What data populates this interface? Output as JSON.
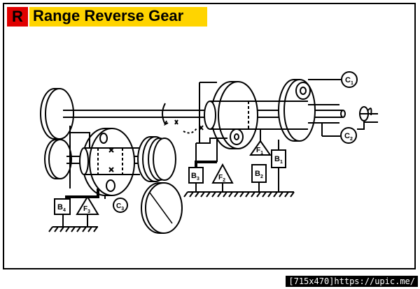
{
  "header": {
    "badge": "R",
    "title": "Range Reverse Gear",
    "colors": {
      "badge": "#e00000",
      "title_bg": "#ffd400"
    }
  },
  "labels": {
    "c1": {
      "letter": "C",
      "sub": "1"
    },
    "c2": {
      "letter": "C",
      "sub": "2"
    },
    "c3": {
      "letter": "C",
      "sub": "3"
    },
    "b1": {
      "letter": "B",
      "sub": "1"
    },
    "b2": {
      "letter": "B",
      "sub": "2"
    },
    "b3": {
      "letter": "B",
      "sub": "3"
    },
    "b4": {
      "letter": "B",
      "sub": "4"
    },
    "f1": {
      "letter": "F",
      "sub": "1"
    },
    "f2": {
      "letter": "F",
      "sub": "2"
    },
    "f3": {
      "letter": "F",
      "sub": "3"
    }
  },
  "watermark": "[715x470]https://upic.me/"
}
